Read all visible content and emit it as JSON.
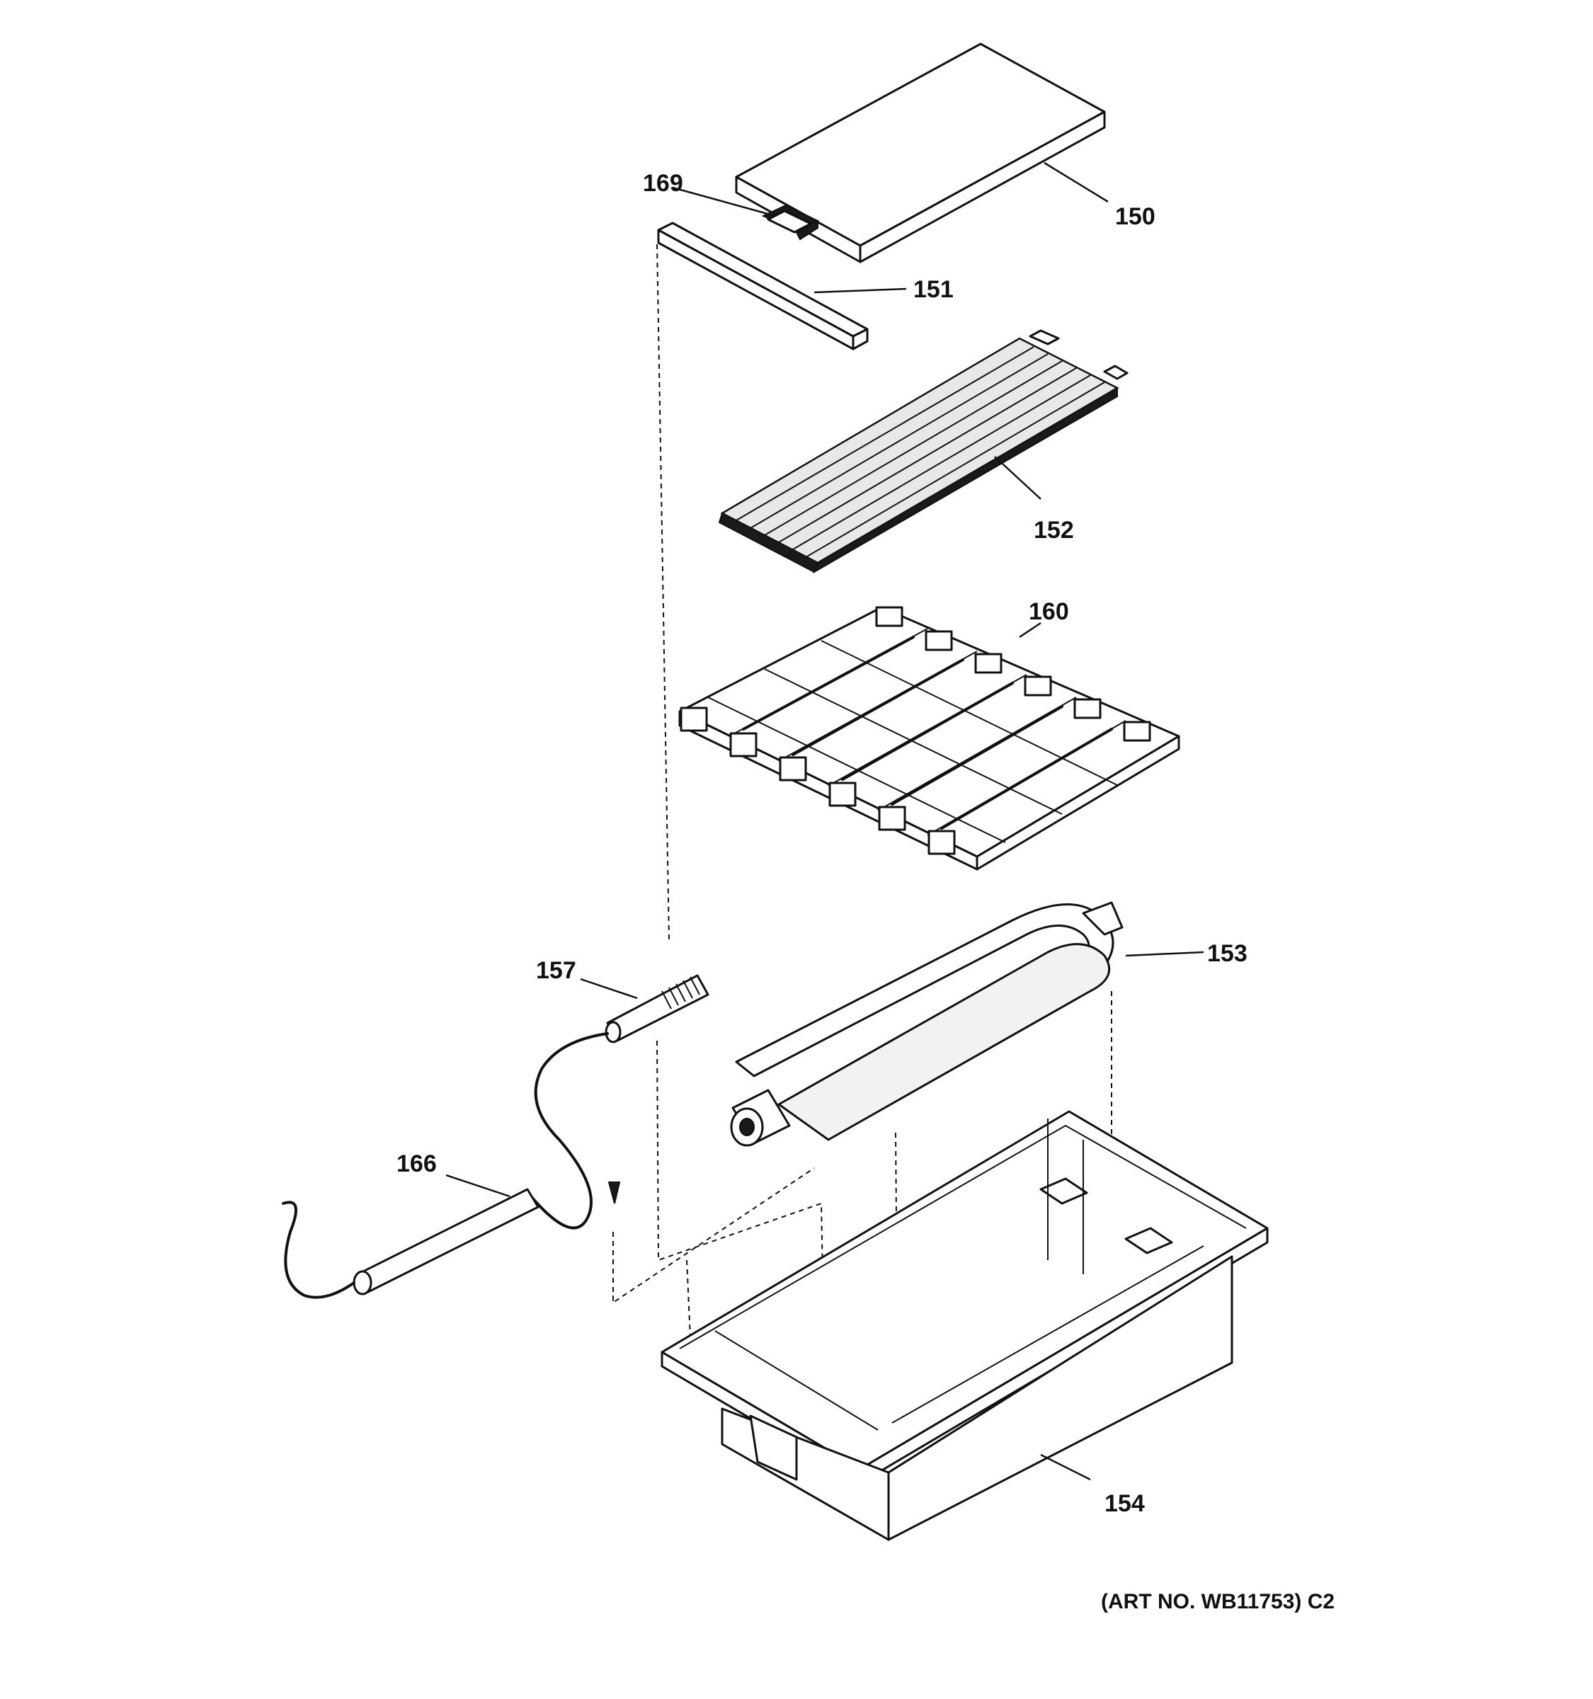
{
  "diagram": {
    "callouts": {
      "c150": "150",
      "c151": "151",
      "c152": "152",
      "c153": "153",
      "c154": "154",
      "c157": "157",
      "c160": "160",
      "c166": "166",
      "c169": "169"
    },
    "art_number": "(ART NO. WB11753) C2"
  }
}
